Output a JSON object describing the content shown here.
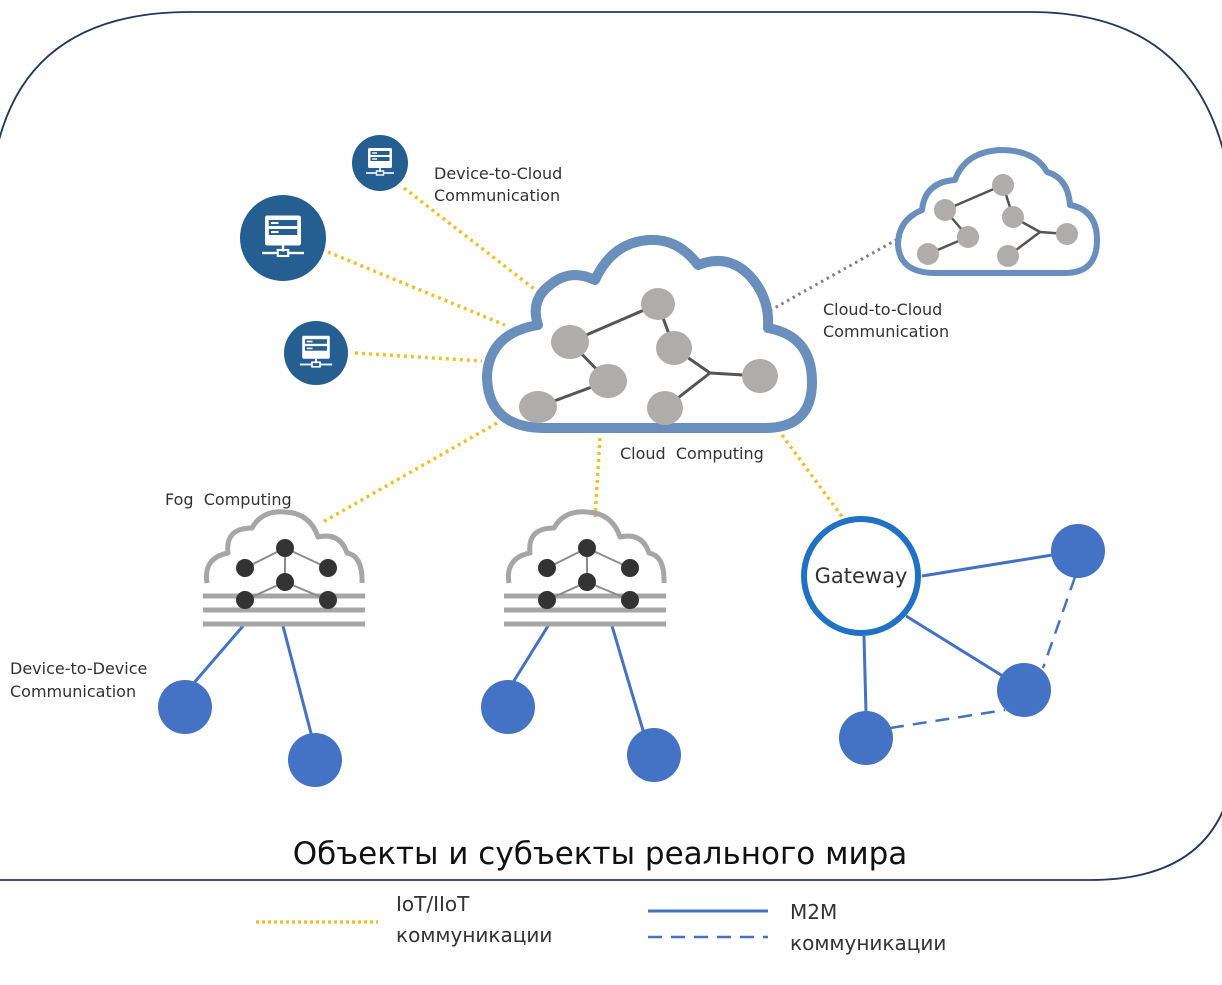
{
  "colors": {
    "iot_link": "#f5bf2a",
    "m2m_link": "#4472c4",
    "cloud_outline": "#6a8fbc",
    "device_fill": "#255e91",
    "node_gray": "#b0acac",
    "fog_gray": "#a6a6a6",
    "fog_node": "#333333",
    "gateway_ring": "#1f72c4",
    "frame": "#1f3864"
  },
  "icons": {
    "device": "server-icon",
    "fog": "fog-cloud-icon",
    "cloud": "cloud-icon"
  },
  "labels": {
    "device_to_cloud": [
      "Device-to-Cloud",
      "Communication"
    ],
    "cloud_to_cloud": [
      "Cloud-to-Cloud",
      "Communication"
    ],
    "cloud_computing": "Cloud  Computing",
    "fog_computing": "Fog  Computing",
    "device_to_device": [
      "Device-to-Device",
      "Communication"
    ],
    "gateway": "Gateway",
    "real_world": "Объекты и субъекты реального мира"
  },
  "legend": {
    "iot": [
      "IoT/IIoT",
      "коммуникации"
    ],
    "m2m": [
      "M2M",
      "коммуникации"
    ]
  }
}
